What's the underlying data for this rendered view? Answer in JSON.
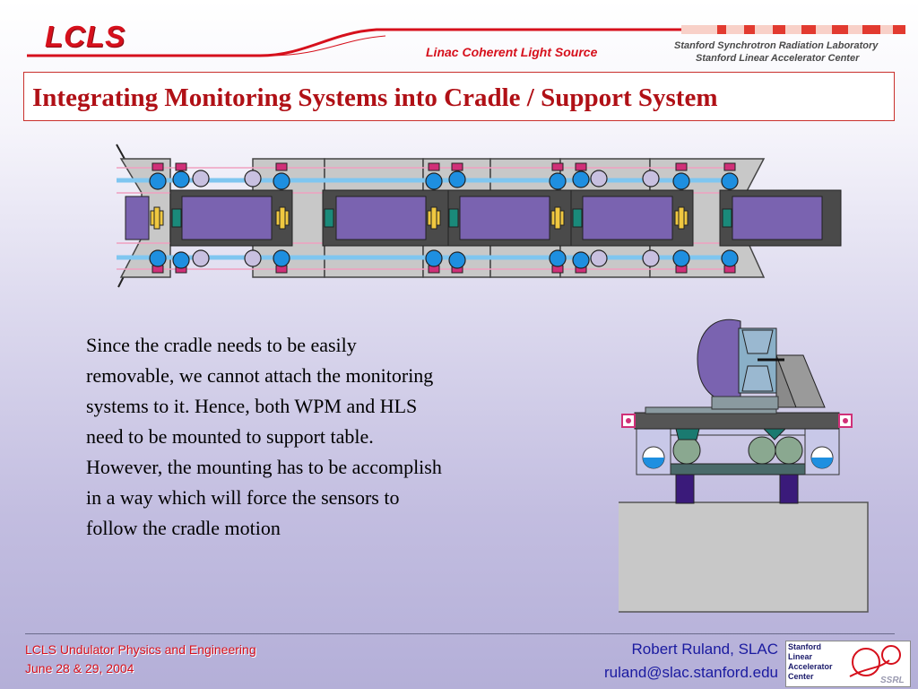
{
  "header": {
    "logo": "LCLS",
    "subtitle": "Linac Coherent Light Source",
    "lab_line1": "Stanford Synchrotron Radiation Laboratory",
    "lab_line2": "Stanford Linear Accelerator Center"
  },
  "slide": {
    "title": "Integrating Monitoring Systems into Cradle / Support System",
    "body": "Since the cradle needs to be easily removable, we cannot attach the monitoring systems to it. Hence, both WPM and HLS need to be mounted to support table. However, the mounting has to be accomplish in a way which will force the sensors to follow the cradle motion"
  },
  "footer": {
    "left_line1": "LCLS Undulator Physics and Engineering",
    "left_line2": "June 28 & 29, 2004",
    "author": "Robert Ruland, SLAC",
    "email": "ruland@slac.stanford.edu",
    "logo_lines": [
      "Stanford",
      "Linear",
      "Accelerator",
      "Center"
    ],
    "logo_caption": "SSRL"
  },
  "colors": {
    "accent_red": "#d6101c",
    "title_red": "#b01016",
    "footer_blue": "#1a1aa0",
    "magnet_purple": "#7a63b0",
    "sensor_blue": "#1e8fe0"
  }
}
